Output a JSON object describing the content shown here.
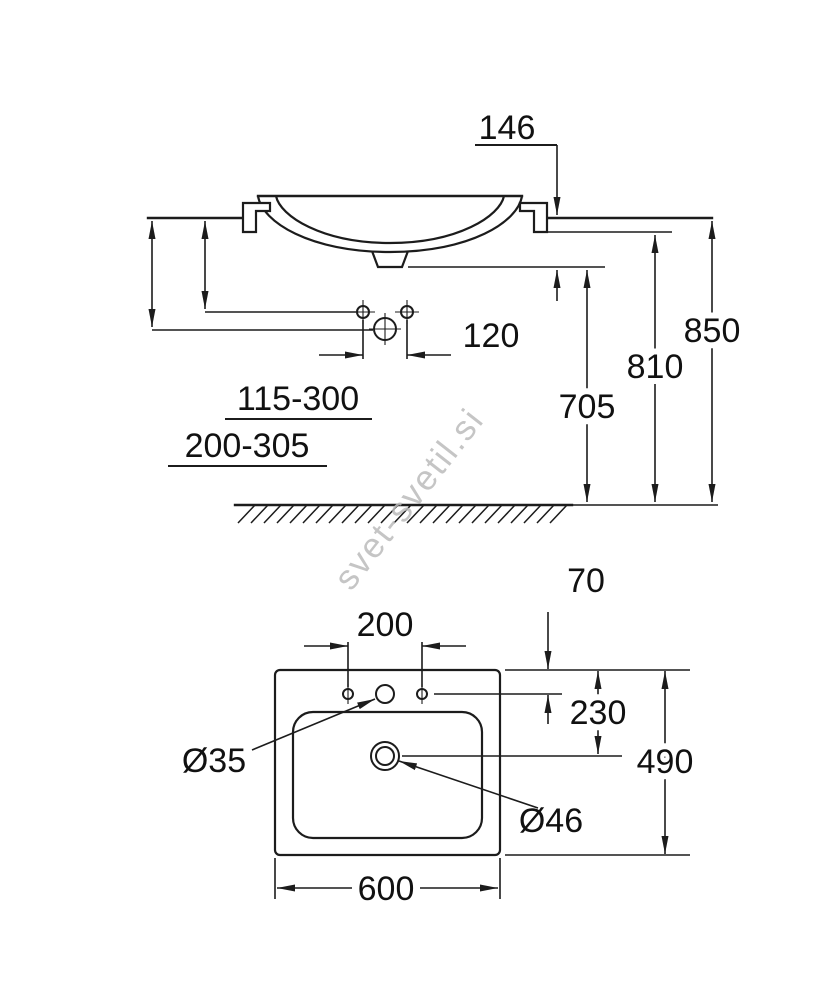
{
  "watermark": "svet-svetil.si",
  "side_view": {
    "dims": {
      "d146": "146",
      "d850": "850",
      "d810": "810",
      "d705": "705",
      "d120": "120",
      "d115_300": "115-300",
      "d200_305": "200-305"
    }
  },
  "plan_view": {
    "dims": {
      "d70": "70",
      "d200": "200",
      "d230": "230",
      "d490": "490",
      "d600": "600",
      "d35": "Ø35",
      "d46": "Ø46"
    }
  }
}
